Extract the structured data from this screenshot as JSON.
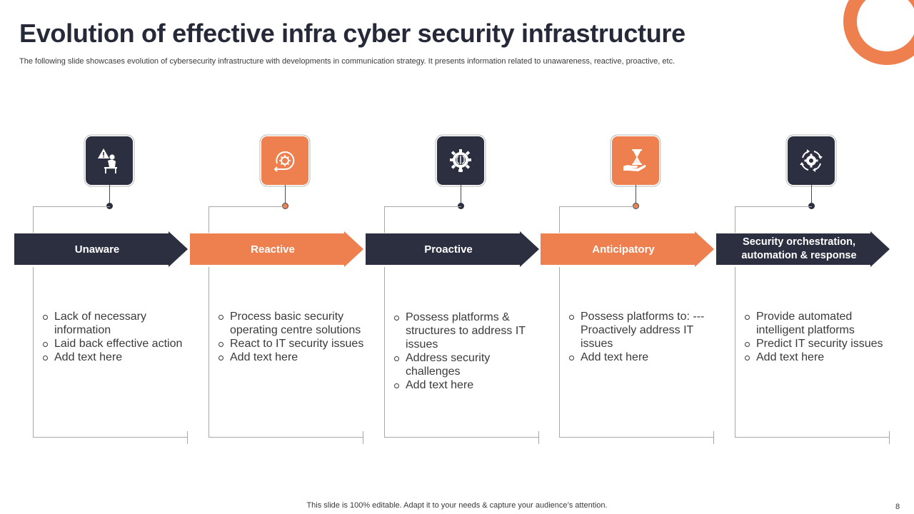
{
  "slide": {
    "title": "Evolution of effective infra cyber security infrastructure",
    "subtitle": "The following slide showcases evolution of cybersecurity infrastructure with developments in communication strategy. It presents information related to unawareness, reactive, proactive,  etc.",
    "footer": "This slide is 100% editable. Adapt it to your needs & capture your audience’s attention.",
    "page_number": "8"
  },
  "colors": {
    "dark": "#2b2f40",
    "accent": "#ee7f4f",
    "text": "#3a3a3a",
    "line": "#a8a8a8"
  },
  "stages": [
    {
      "label": "Unaware",
      "icon": "person-alert-icon",
      "color": "dark",
      "bullets": [
        "Lack of necessary information",
        "Laid back effective action",
        "Add text here"
      ]
    },
    {
      "label": "Reactive",
      "icon": "cyber-refresh-icon",
      "color": "accent",
      "bullets": [
        "Process basic security operating centre solutions",
        "React to IT  security issues",
        "Add text here"
      ]
    },
    {
      "label": "Proactive",
      "icon": "gear-brain-icon",
      "color": "dark",
      "bullets": [
        "Possess platforms & structures  to address IT issues",
        "Address security challenges",
        "Add text here"
      ]
    },
    {
      "label": "Anticipatory",
      "icon": "hand-hourglass-icon",
      "color": "accent",
      "bullets": [
        "Possess platforms to: --- Proactively address IT issues",
        "Add text here"
      ]
    },
    {
      "label": "Security orchestration, automation & response",
      "icon": "gear-cycle-icon",
      "color": "dark",
      "bullets": [
        "Provide automated intelligent platforms",
        "Predict IT  security issues",
        "Add text here"
      ]
    }
  ]
}
